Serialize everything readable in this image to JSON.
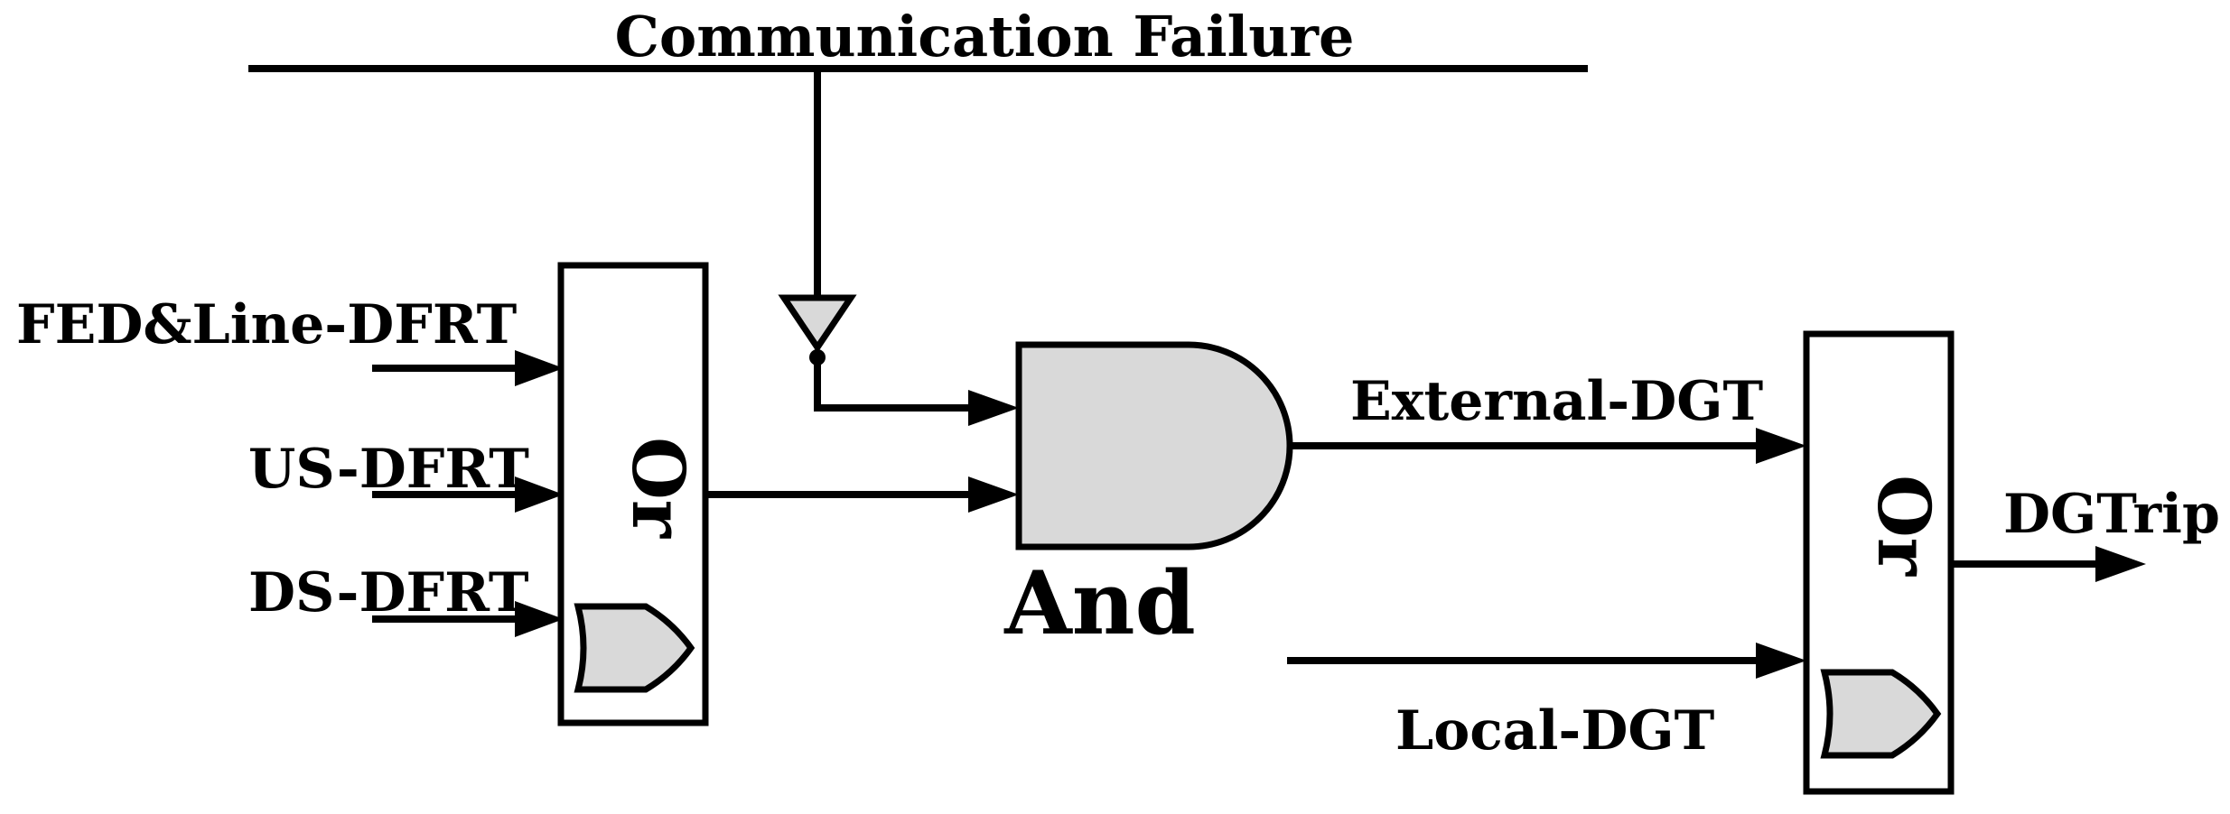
{
  "labels": {
    "communication_failure": "Communication Failure",
    "fed_line_dfrt": "FED&Line-DFRT",
    "us_dfrt": "US-DFRT",
    "ds_dfrt": "DS-DFRT",
    "or_gate_1": "Or",
    "and_gate": "And",
    "external_dgt": "External-DGT",
    "local_dgt": "Local-DGT",
    "or_gate_2": "Or",
    "dg_trip": "DGTrip"
  },
  "colors": {
    "line": "#000000",
    "gate_fill": "#d9d9d9",
    "background": "#ffffff"
  }
}
